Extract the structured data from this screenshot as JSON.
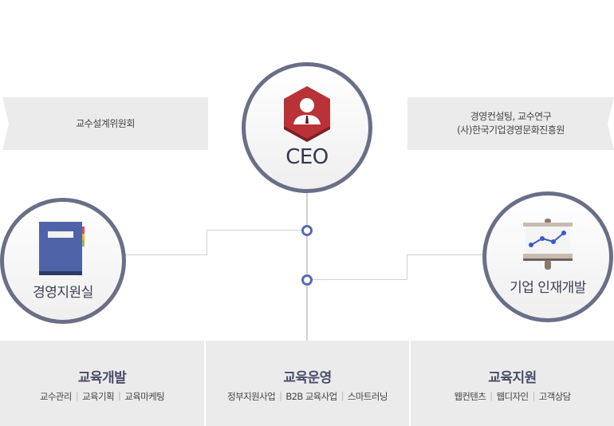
{
  "ceo": {
    "label": "CEO"
  },
  "banners": {
    "left": {
      "lines": [
        "교수설계위원회"
      ]
    },
    "right": {
      "lines": [
        "경영컨설팅, 교수연구",
        "(사)한국기업경영문화진흥원"
      ]
    }
  },
  "nodes": {
    "left": {
      "label": "경영지원실"
    },
    "right": {
      "label": "기업 인재개발"
    }
  },
  "divisions": [
    {
      "title": "교육개발",
      "items": [
        "교수관리",
        "교육기획",
        "교육마케팅"
      ]
    },
    {
      "title": "교육운영",
      "items": [
        "정부지원사업",
        "B2B 교육사업",
        "스마트러닝"
      ]
    },
    {
      "title": "교육지원",
      "items": [
        "웹컨텐츠",
        "웹디자인",
        "고객상담"
      ]
    }
  ],
  "colors": {
    "accent": "#5a6ab0",
    "ceo_icon": "#b83237",
    "ring": "#6a6f87",
    "panel": "#ebebeb"
  }
}
